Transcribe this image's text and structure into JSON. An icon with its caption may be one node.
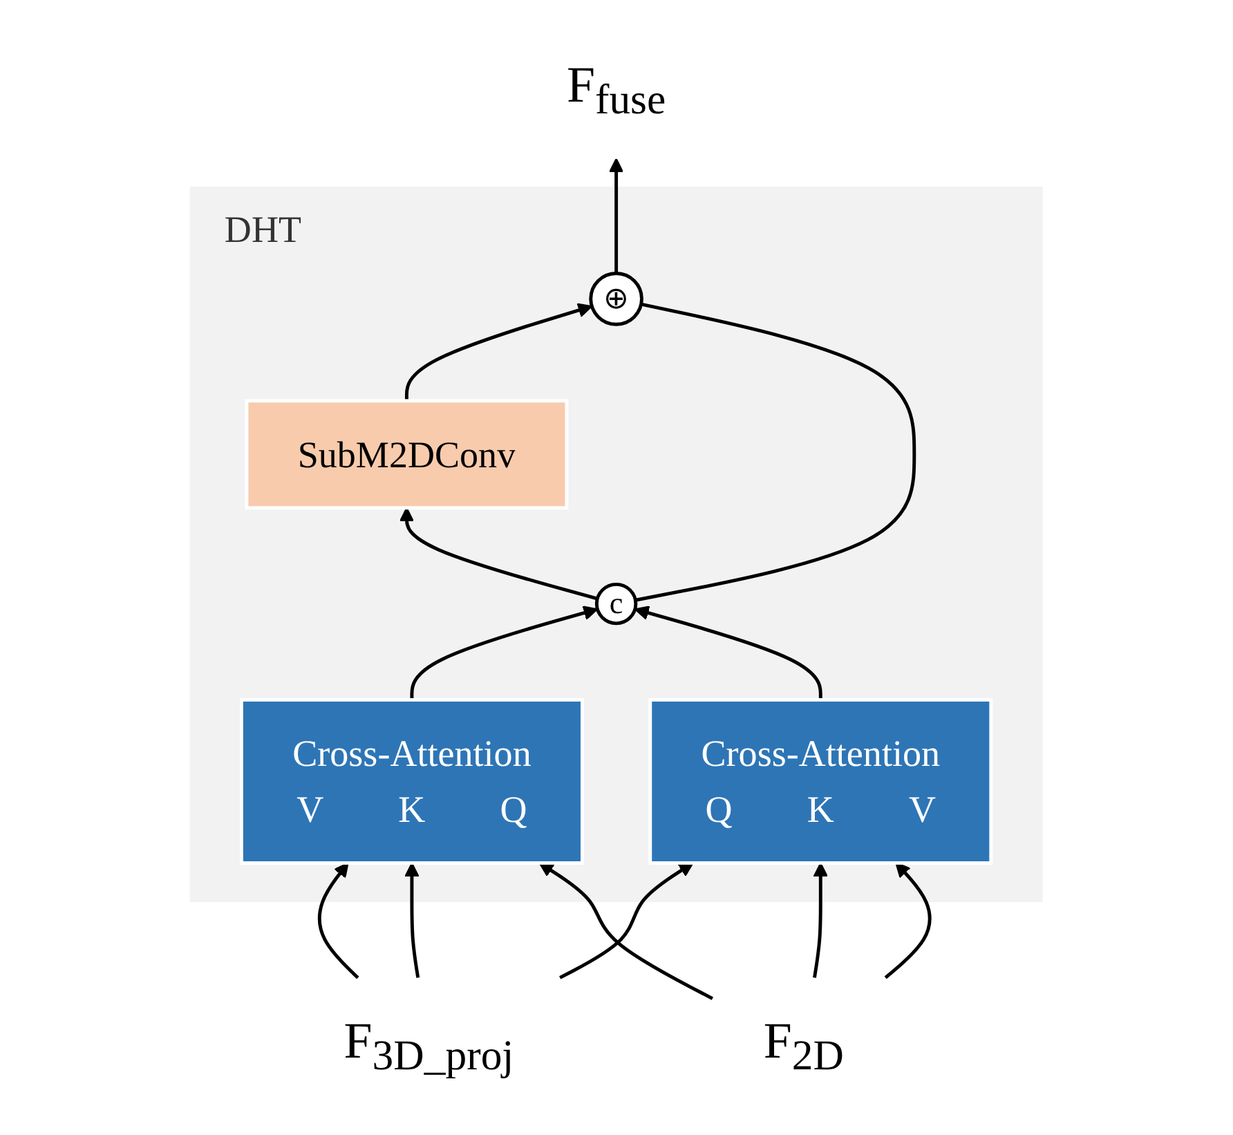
{
  "diagram": {
    "nodes": [
      {
        "text": [
          "DHT"
        ]
      },
      {
        "text": [
          "F$_{fuse}$"
        ]
      },
      {
        "text": [
          "⊕"
        ],
        "in": 0
      },
      {
        "text": [
          "SubM2DConv"
        ],
        "in": 0
      },
      {
        "text": [
          "c"
        ],
        "in": 0
      },
      {
        "text": [
          "Cross-Attention",
          "V",
          "K",
          "Q"
        ],
        "in": 0
      },
      {
        "text": [
          "Cross-Attention",
          "Q",
          "K",
          "V"
        ],
        "in": 0
      },
      {
        "text": [
          "F$_{3D_proj}$"
        ]
      },
      {
        "text": [
          "F$_{2D}$"
        ]
      }
    ],
    "edges": [
      {
        "from": 2,
        "to": 1,
        "arrow": "to"
      },
      {
        "from": 3,
        "to": 2,
        "arrow": "to"
      },
      {
        "from": 4,
        "to": 3,
        "arrow": "to"
      },
      {
        "from": 4,
        "to": 2,
        "arrow": "none"
      },
      {
        "from": 5,
        "to": 4,
        "arrow": "to"
      },
      {
        "from": 6,
        "to": 4,
        "arrow": "to"
      },
      {
        "from": 7,
        "to": 5,
        "arrow": "to"
      },
      {
        "from": 7,
        "to": 5,
        "arrow": "to"
      },
      {
        "from": 7,
        "to": 6,
        "arrow": "to"
      },
      {
        "from": 8,
        "to": 6,
        "arrow": "to"
      },
      {
        "from": 8,
        "to": 6,
        "arrow": "to"
      },
      {
        "from": 8,
        "to": 5,
        "arrow": "to"
      }
    ]
  }
}
